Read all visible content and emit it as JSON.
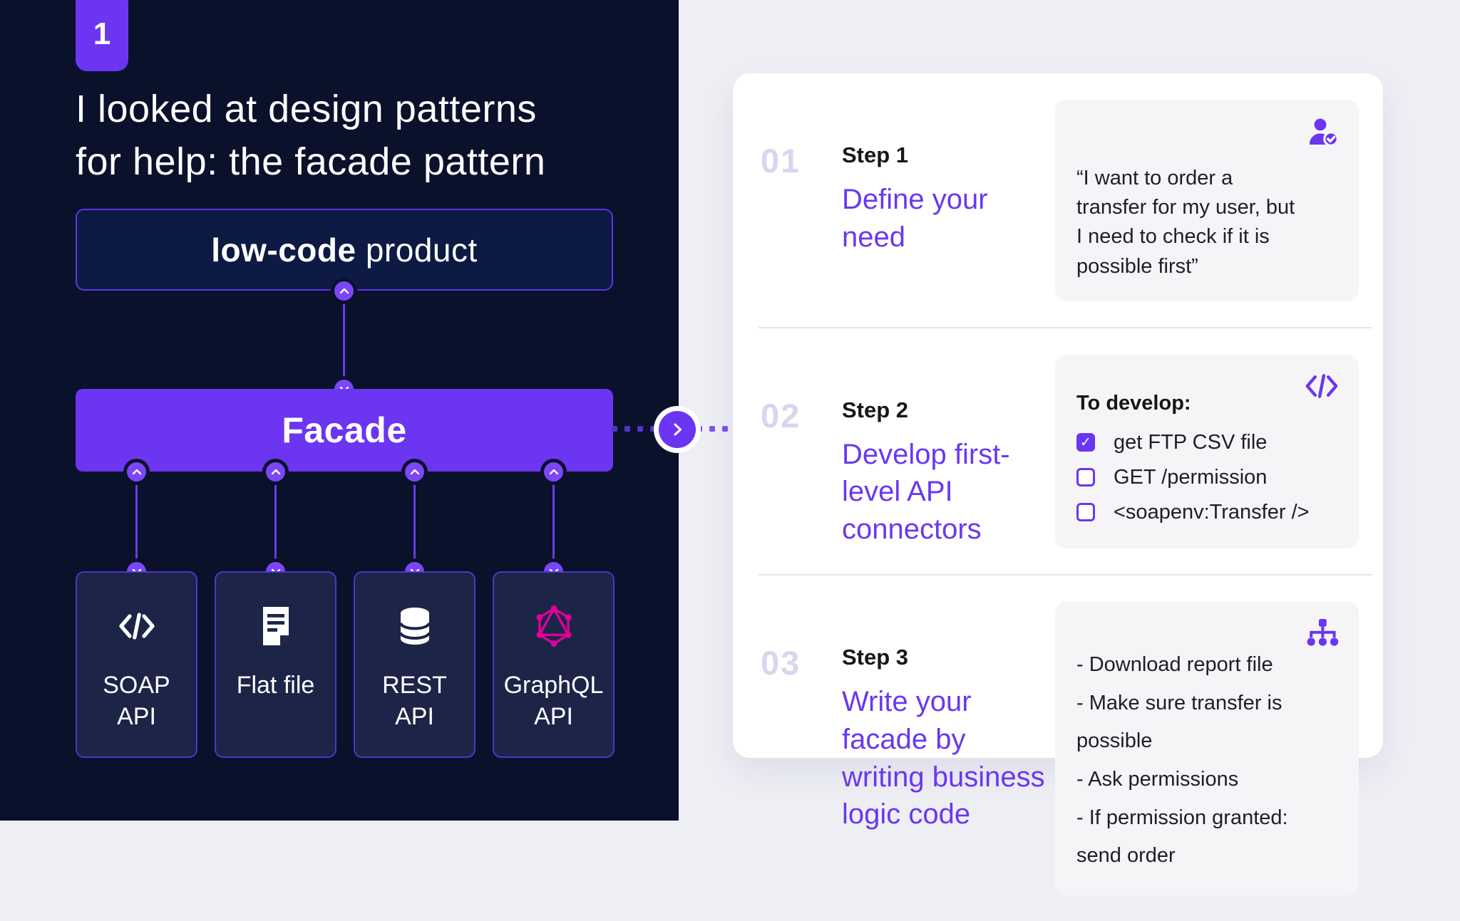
{
  "slide": {
    "badge": "1",
    "title_line1": "I looked at design patterns",
    "title_line2": "for help: the facade pattern"
  },
  "diagram": {
    "top_box_bold": "low-code",
    "top_box_rest": " product",
    "facade_label": "Facade",
    "children": [
      {
        "label": "SOAP API",
        "icon": "code-icon"
      },
      {
        "label": "Flat file",
        "icon": "document-icon"
      },
      {
        "label": "REST API",
        "icon": "database-icon"
      },
      {
        "label": "GraphQL API",
        "icon": "graphql-icon"
      }
    ]
  },
  "steps": [
    {
      "number": "01",
      "label": "Step 1",
      "title": "Define your need",
      "card": {
        "type": "quote",
        "icon": "user-check-icon",
        "text": "“I want to order a transfer for my user, but I need to check if it is possible first”"
      }
    },
    {
      "number": "02",
      "label": "Step 2",
      "title": "Develop first-level API connectors",
      "card": {
        "type": "checklist",
        "icon": "code-icon",
        "heading": "To develop:",
        "items": [
          {
            "text": "get FTP CSV file",
            "checked": true
          },
          {
            "text": "GET /permission",
            "checked": false
          },
          {
            "text": "<soapenv:Transfer />",
            "checked": false
          }
        ]
      }
    },
    {
      "number": "03",
      "label": "Step 3",
      "title": "Write your facade by writing business logic code",
      "card": {
        "type": "bullets",
        "icon": "sitemap-icon",
        "items": [
          "- Download report file",
          "- Make sure transfer is possible",
          "- Ask permissions",
          "- If permission granted: send order"
        ]
      }
    }
  ],
  "colors": {
    "left_background": "#0A112B",
    "accent_purple": "#6C35F2",
    "node_purple": "#7B46F7",
    "box_border_purple": "#5B35E8",
    "step_number": "#D9D5EE",
    "step_title_purple": "#6A38F0",
    "graphql_pink": "#E10098",
    "right_background": "#EEEFF5",
    "card_white": "#FFFFFF",
    "inner_card_gray": "#F5F5F8"
  }
}
